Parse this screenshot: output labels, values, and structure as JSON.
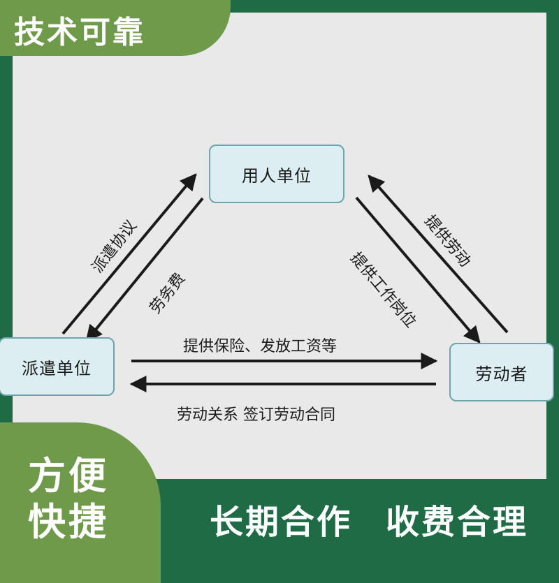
{
  "header": {
    "badge_text": "技术可靠"
  },
  "diagram": {
    "nodes": {
      "employer": "用人单位",
      "dispatcher": "派遣单位",
      "laborer": "劳动者"
    },
    "edges": {
      "dispatch_agreement": "派遣协议",
      "labor_fee": "劳务费",
      "provide_labor": "提供劳动",
      "provide_job": "提供工作岗位",
      "provide_insurance": "提供保险、发放工资等",
      "labor_relation": "劳动关系 签订劳动合同"
    }
  },
  "footer": {
    "left_line1": "方便",
    "left_line2": "快捷",
    "slogan1": "长期合作",
    "slogan2": "收费合理"
  },
  "colors": {
    "frame": "#1f6b46",
    "badge": "#6e9a4a",
    "node_fill": "#dceef2",
    "node_border": "#6fa3ae",
    "arrow": "#1a1a1a"
  }
}
